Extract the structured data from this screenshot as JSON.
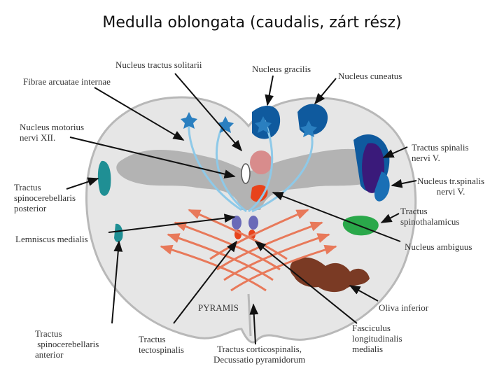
{
  "title": "Medulla oblongata (caudalis, zárt rész)",
  "labels": {
    "nucleus_tractus_solitarii": "Nucleus tractus solitarii",
    "fibrae_arcuatae_internae": "Fibrae arcuatae internae",
    "nucleus_gracilis": "Nucleus gracilis",
    "nucleus_cuneatus": "Nucleus cuneatus",
    "nucleus_motorius_xii": [
      "Nucleus motorius",
      "nervi XII."
    ],
    "tractus_spinalis_v": [
      "Tractus spinalis",
      "nervi V."
    ],
    "tractus_spinocerebellaris_posterior": [
      "Tractus",
      "spinocerebellaris",
      "posterior"
    ],
    "nucleus_tr_spinalis_v": [
      "Nucleus tr.spinalis",
      "nervi V."
    ],
    "tractus_spinothalamicus": [
      "Tractus",
      "spinothalamicus"
    ],
    "lemniscus_medialis": "Lemniscus medialis",
    "nucleus_ambiguus": "Nucleus ambiguus",
    "pyramis": "PYRAMIS",
    "oliva_inferior": "Oliva inferior",
    "tractus_spinocerebellaris_anterior": [
      "Tractus",
      " spinocerebellaris",
      "anterior"
    ],
    "tractus_tectospinalis": [
      "Tractus",
      "tectospinalis"
    ],
    "tractus_corticospinalis": [
      "Tractus corticospinalis,",
      "Decussatio pyramidorum"
    ],
    "fasciculus_longitudinalis_medialis": [
      "Fasciculus",
      "longitudinalis",
      "medialis"
    ]
  },
  "colors": {
    "section_fill": "#e6e6e6",
    "grey_matter": "#a9a9a9",
    "arcuate_fibers": "#8ec9e8",
    "dorsal_nuclei": "#0f5a9e",
    "spinal_v_tract": "#3a1a7a",
    "spinocerebellar": "#1f8f94",
    "spinothalamic": "#2aa84a",
    "ambiguus": "#e8431b",
    "olive": "#7a3a24",
    "pyramidal": "#e8795a",
    "lemniscus": "#6a6ab8",
    "solitary": "#d88c8c",
    "leader_line": "#111111"
  }
}
